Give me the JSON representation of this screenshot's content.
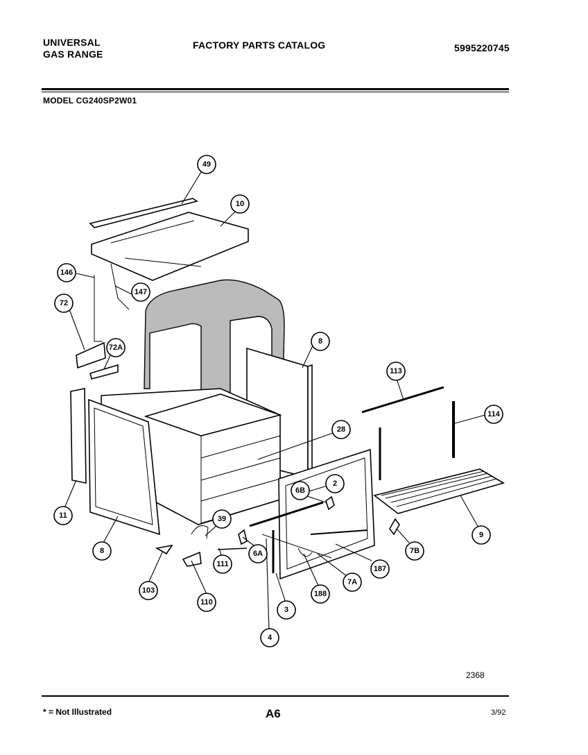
{
  "header": {
    "brand_line1": "UNIVERSAL",
    "brand_line2": "GAS RANGE",
    "title": "FACTORY PARTS CATALOG",
    "part_number": "5995220745",
    "model": "MODEL CG240SP2W01"
  },
  "footer": {
    "figure_number": "2368",
    "note": "* = Not Illustrated",
    "page": "A6",
    "date": "3/92"
  },
  "callouts": [
    {
      "label": "49"
    },
    {
      "label": "10"
    },
    {
      "label": "146"
    },
    {
      "label": "147"
    },
    {
      "label": "72"
    },
    {
      "label": "72A"
    },
    {
      "label": "8"
    },
    {
      "label": "113"
    },
    {
      "label": "114"
    },
    {
      "label": "28"
    },
    {
      "label": "2"
    },
    {
      "label": "6B"
    },
    {
      "label": "11"
    },
    {
      "label": "8"
    },
    {
      "label": "39"
    },
    {
      "label": "6A"
    },
    {
      "label": "111"
    },
    {
      "label": "103"
    },
    {
      "label": "110"
    },
    {
      "label": "188"
    },
    {
      "label": "7A"
    },
    {
      "label": "187"
    },
    {
      "label": "3"
    },
    {
      "label": "4"
    },
    {
      "label": "7B"
    },
    {
      "label": "9"
    }
  ]
}
